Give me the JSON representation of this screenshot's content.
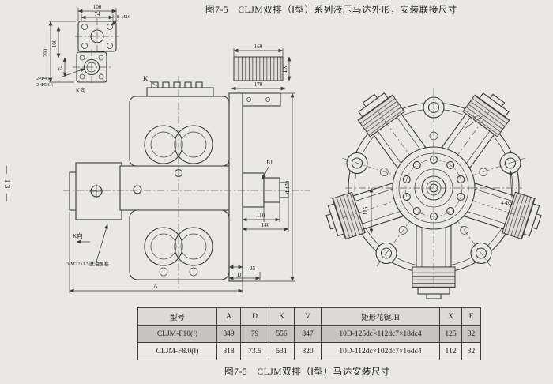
{
  "captions": {
    "top": "图7-5　CLJM双排（Ⅰ型）系列液压马达外形，安装联接尺寸",
    "bottom": "图7-5　CLJM双排（Ⅰ型）马达安装尺寸",
    "page_number": "— 13 —"
  },
  "labels": {
    "flange_view": {
      "dim_100_top": "100",
      "dim_74_top": "74",
      "bolt_spec": "8-M16",
      "dim_200_left": "200",
      "dim_100_left": "100",
      "dim_74_left": "74",
      "hole_spec_1": "2-Φ46",
      "hole_spec_2": "2-Φ54.6",
      "view_direction": "K向"
    },
    "spline_detail": {
      "dim_160": "160",
      "dim_170": "170",
      "dia_x": "ΦX"
    },
    "side_view": {
      "k_label": "K",
      "bj_label": "BJ",
      "dia_470": "Φ470",
      "dim_110": "110",
      "dim_140": "140",
      "dim_25": "25",
      "dim_d": "D",
      "dim_a": "A",
      "view_direction": "K向",
      "oil_plug": "3-M22×1.5进油螺塞"
    },
    "front_view": {
      "dim_115": "115",
      "hole_spec": "4-Φ26",
      "angle_45": "45°"
    }
  },
  "table": {
    "headers": [
      "型号",
      "A",
      "D",
      "K",
      "V",
      "矩形花键JH",
      "X",
      "E"
    ],
    "rows": [
      [
        "CLJM-F10(Ⅰ)",
        "849",
        "79",
        "556",
        "847",
        "10D-125dc×112dc7×18dc4",
        "125",
        "32"
      ],
      [
        "CLJM-F8.0(Ⅰ)",
        "818",
        "73.5",
        "531",
        "820",
        "10D-112dc×102dc7×16dc4",
        "112",
        "32"
      ]
    ]
  },
  "colors": {
    "page_background": "#e9e8e3",
    "line": "#3a3a3a",
    "table_row_shaded": "#c7c5bd",
    "table_header_bg": "#dcdad2"
  }
}
